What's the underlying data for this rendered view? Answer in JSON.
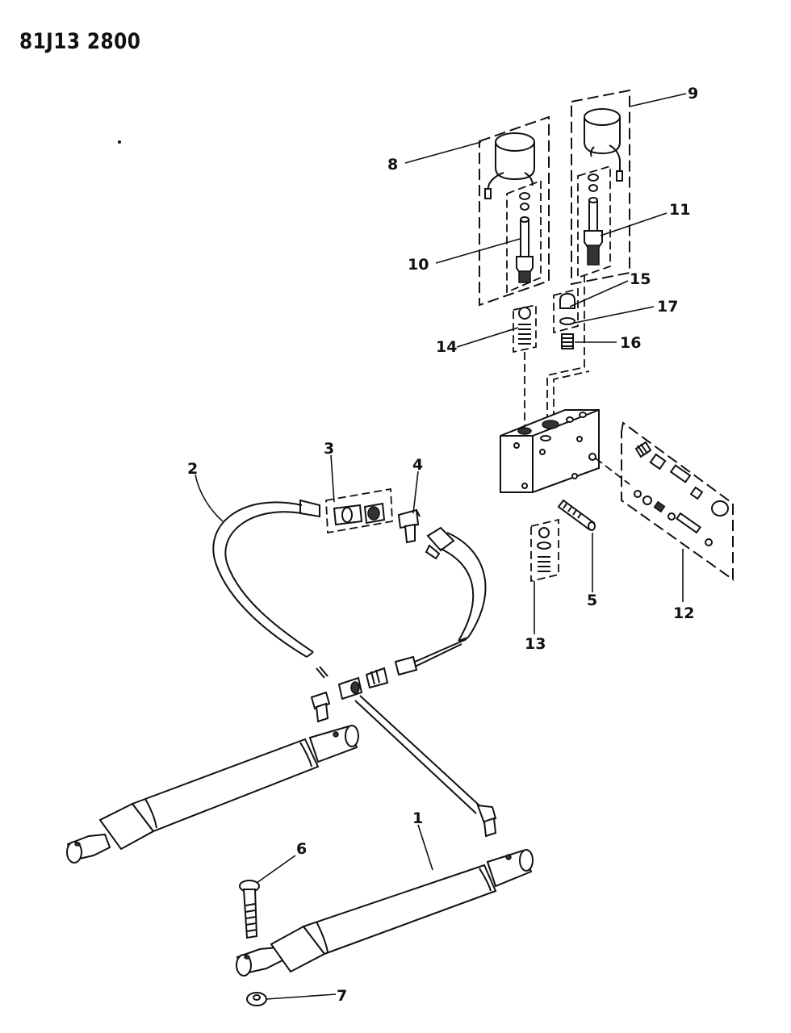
{
  "drawing_code": "81J13 2800",
  "callouts": [
    "1",
    "2",
    "3",
    "4",
    "5",
    "6",
    "7",
    "8",
    "9",
    "10",
    "11",
    "12",
    "13",
    "14",
    "15",
    "16",
    "17"
  ]
}
